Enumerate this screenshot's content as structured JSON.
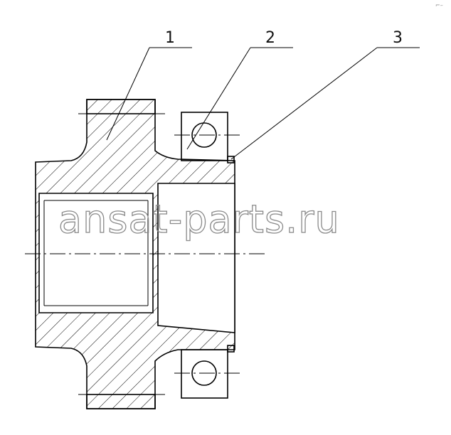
{
  "drawing": {
    "callouts": [
      {
        "id": "1",
        "label": "1"
      },
      {
        "id": "2",
        "label": "2"
      },
      {
        "id": "3",
        "label": "3"
      }
    ],
    "watermark": "ansat-parts.ru",
    "corner_mark": "⌐–"
  },
  "colors": {
    "line": "#000000",
    "watermark": "#8a8a8a",
    "background": "#ffffff"
  }
}
